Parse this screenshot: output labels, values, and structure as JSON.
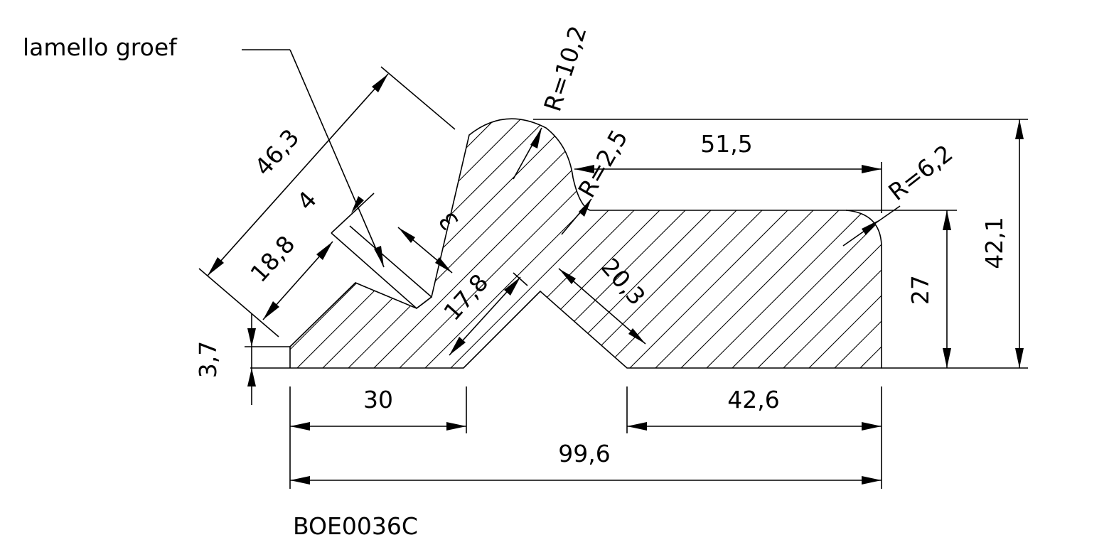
{
  "labels": {
    "note": "lamello groef",
    "drawing_code": "BOE0036C"
  },
  "dimensions": {
    "radius_top": "R=10,2",
    "radius_inner": "R=2,5",
    "radius_corner": "R=6,2",
    "top_width": "51,5",
    "overall_height": "42,1",
    "right_height": "27",
    "slope_length": "46,3",
    "groove_width": "4",
    "groove_depth": "3",
    "groove_offset": "18,8",
    "bottom_gap_slope": "17,8",
    "notch_slope": "20,3",
    "left_height": "3,7",
    "bottom_left": "30",
    "bottom_right": "42,6",
    "overall_width": "99,6"
  },
  "colors": {
    "line": "#000000",
    "background": "#ffffff"
  }
}
